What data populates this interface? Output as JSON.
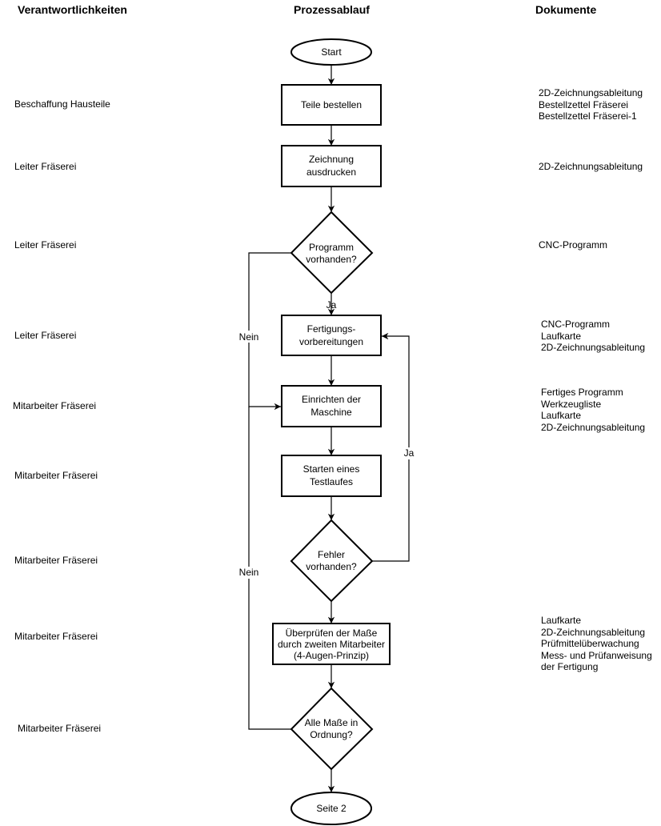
{
  "headers": {
    "responsibilities": "Verantwortlichkeiten",
    "process": "Prozessablauf",
    "documents": "Dokumente"
  },
  "responsibilities": [
    "Beschaffung Hausteile",
    "Leiter Fräserei",
    "Leiter Fräserei",
    "Leiter Fräserei",
    "Mitarbeiter Fräserei",
    "Mitarbeiter Fräserei",
    "Mitarbeiter Fräserei",
    "Mitarbeiter Fräserei",
    "Mitarbeiter Fräserei"
  ],
  "documents": [
    [
      "2D-Zeichnungsableitung",
      "Bestellzettel Fräserei",
      "Bestellzettel Fräserei-1"
    ],
    [
      "2D-Zeichnungsableitung"
    ],
    [
      "CNC-Programm"
    ],
    [
      "CNC-Programm",
      "Laufkarte",
      "2D-Zeichnungsableitung"
    ],
    [
      "Fertiges Programm",
      "Werkzeugliste",
      "Laufkarte",
      "2D-Zeichnungsableitung"
    ],
    [
      "Laufkarte",
      "2D-Zeichnungsableitung",
      "Prüfmittelüberwachung",
      "Mess- und Prüfanweisung",
      "der Fertigung"
    ]
  ],
  "flow": {
    "start": "Start",
    "order_parts": "Teile bestellen",
    "print_drawing": [
      "Zeichnung",
      "ausdrucken"
    ],
    "program_exists": [
      "Programm",
      "vorhanden?"
    ],
    "preparation": [
      "Fertigungs-",
      "vorbereitungen"
    ],
    "setup_machine": [
      "Einrichten der",
      "Maschine"
    ],
    "test_run": [
      "Starten eines",
      "Testlaufes"
    ],
    "error_exists": [
      "Fehler",
      "vorhanden?"
    ],
    "check_dimensions": [
      "Überprüfen der Maße",
      "durch zweiten Mitarbeiter",
      "(4-Augen-Prinzip)"
    ],
    "all_ok": [
      "Alle Maße in",
      "Ordnung?"
    ],
    "end": "Seite 2"
  },
  "edge_labels": {
    "program_yes": "Ja",
    "program_no": "Nein",
    "error_yes": "Ja",
    "all_ok_no": "Nein"
  }
}
